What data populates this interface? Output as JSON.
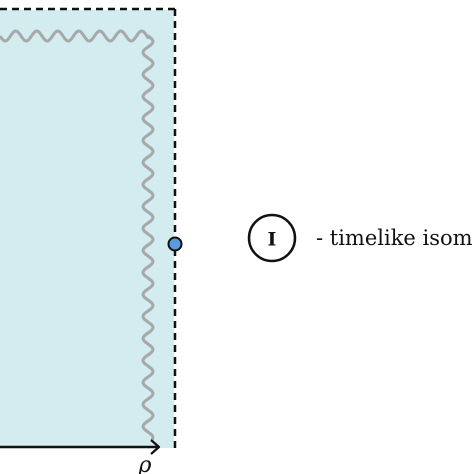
{
  "diagram": {
    "axis_label": "ρ",
    "legend": {
      "badge": "I",
      "text": "- timelike isom"
    }
  },
  "colors": {
    "region_fill": "#d2ecef",
    "singularity": "#a8a8a8",
    "boundary": "#111111",
    "marker_fill": "#5a9be0",
    "marker_stroke": "#111111"
  },
  "icons": {
    "marker": "boundary-point-icon",
    "legend_badge": "circled-letter-icon"
  }
}
